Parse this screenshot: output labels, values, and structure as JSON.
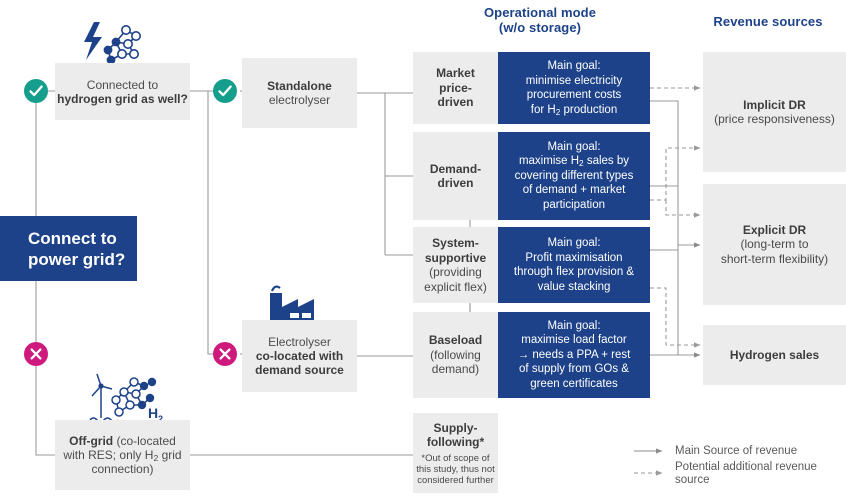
{
  "column_titles": {
    "operational_mode": "Operational mode\n(w/o storage)",
    "operational_mode_line1": "Operational mode",
    "operational_mode_line2": "(w/o storage)",
    "revenue_sources": "Revenue sources"
  },
  "root_question": {
    "label_line1": "Connect to",
    "label_line2": "power grid?"
  },
  "decisions": {
    "yes_icon": "check-icon",
    "no_icon": "cross-icon"
  },
  "grid_options": [
    {
      "id": "hydrogen-grid",
      "icon": "lightning-network-icon",
      "text_regular": "Connected to",
      "text_bold": "hydrogen grid as well?"
    },
    {
      "id": "off-grid",
      "icon": "wind-turbine-hydrogen-icon",
      "text_bold": "Off-grid",
      "text_regular_1": " (co-located",
      "text_regular_2": "with RES; only H",
      "text_sub": "2",
      "text_regular_3": " grid",
      "text_regular_4": "connection)"
    }
  ],
  "electrolyser_types": [
    {
      "id": "standalone",
      "line_bold": "Standalone",
      "line_regular": "electrolyser"
    },
    {
      "id": "co-located",
      "line_regular": "Electrolyser",
      "line_bold_1": "co-located with",
      "line_bold_2": "demand source"
    }
  ],
  "operational_modes": [
    {
      "id": "market-price-driven",
      "name_bold_1": "Market",
      "name_bold_2": "price-",
      "name_bold_3": "driven",
      "goal_line1": "Main goal:",
      "goal_line2": "minimise electricity",
      "goal_line3": "procurement costs",
      "goal_line4_a": "for H",
      "goal_line4_sub": "2",
      "goal_line4_b": " production"
    },
    {
      "id": "demand-driven",
      "name_bold_1": "Demand-",
      "name_bold_2": "driven",
      "goal_line1": "Main goal:",
      "goal_line2_a": "maximise H",
      "goal_line2_sub": "2",
      "goal_line2_b": " sales by",
      "goal_line3": "covering different types",
      "goal_line4": "of demand + market",
      "goal_line5": "participation"
    },
    {
      "id": "system-supportive",
      "name_bold_1": "System-",
      "name_bold_2": "supportive",
      "name_reg_1": "(providing",
      "name_reg_2": "explicit flex)",
      "goal_line1": "Main goal:",
      "goal_line2": "Profit maximisation",
      "goal_line3": "through flex provision &",
      "goal_line4": "value stacking"
    },
    {
      "id": "baseload",
      "name_bold_1": "Baseload",
      "name_reg_1": "(following",
      "name_reg_2": "demand)",
      "goal_line1": "Main goal:",
      "goal_line2": "maximise load factor",
      "goal_line3": "→ needs a PPA + rest",
      "goal_line4": "of supply from GOs &",
      "goal_line5": "green certificates"
    },
    {
      "id": "supply-following",
      "name_bold_1": "Supply-",
      "name_bold_2": "following*",
      "footnote_1": "*Out of scope of",
      "footnote_2": "this study, thus not",
      "footnote_3": "considered further"
    }
  ],
  "revenue_sources": [
    {
      "id": "implicit-dr",
      "title": "Implicit DR",
      "subtitle": "(price responsiveness)"
    },
    {
      "id": "explicit-dr",
      "title": "Explicit DR",
      "subtitle_1": "(long-term to",
      "subtitle_2": "short-term flexibility)"
    },
    {
      "id": "hydrogen-sales",
      "title": "Hydrogen sales"
    }
  ],
  "legend": [
    {
      "id": "main-source",
      "style": "solid",
      "label": "Main Source of revenue"
    },
    {
      "id": "potential-source",
      "style": "dashed",
      "label": "Potential additional revenue source"
    }
  ],
  "colors": {
    "brand_blue": "#1d4289",
    "box_grey": "#ececec",
    "yes_teal": "#159e8c",
    "no_magenta": "#cf1a7d",
    "wire_grey": "#9a9a9a",
    "text_grey": "#4d4d4d"
  }
}
